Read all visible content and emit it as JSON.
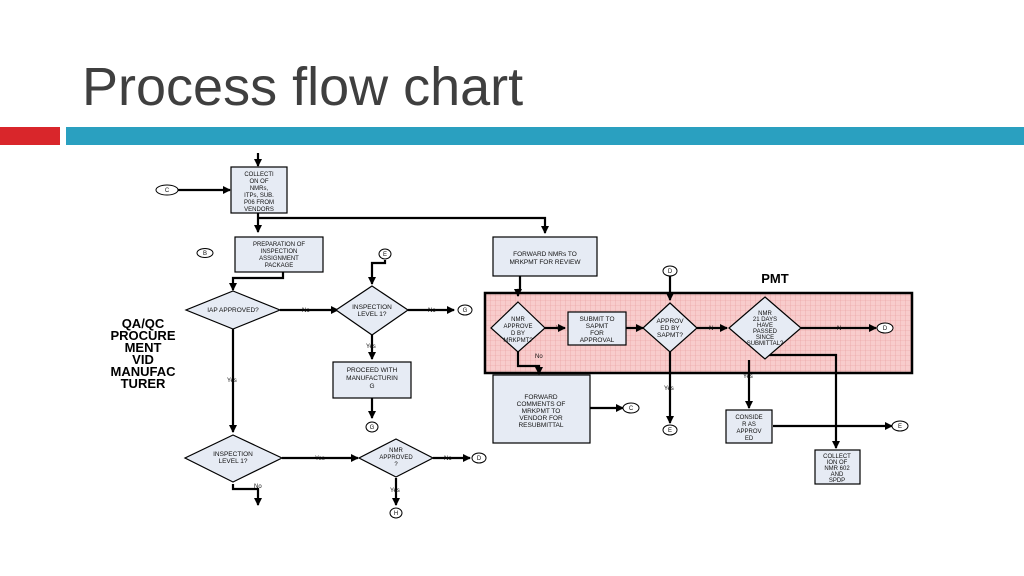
{
  "slide": {
    "title": "Process flow chart"
  },
  "colors": {
    "accent_red": "#d9262b",
    "accent_blue": "#2aa0c0",
    "box_fill": "#e6ebf4",
    "pmt_fill": "#f7c9c9"
  },
  "flow": {
    "collection_box": [
      "COLLECTI",
      "ON OF",
      "NMRs,",
      "ITPs, SUB.",
      "P06 FROM",
      "VENDORS"
    ],
    "prep_box": [
      "PREPARATION OF",
      "INSPECTION",
      "ASSIGNMENT",
      "PACKAGE"
    ],
    "forward_box": [
      "FORWARD NMRs TO",
      "MRKPMT FOR REVIEW"
    ],
    "iap_decision": "IAP APPROVED?",
    "inspection_decision_1": [
      "INSPECTION",
      "LEVEL 1?"
    ],
    "proceed_box": [
      "PROCEED WITH",
      "MANUFACTURIN",
      "G"
    ],
    "inspection_decision_2": [
      "INSPECTION",
      "LEVEL 1?"
    ],
    "nmr_decision": [
      "NMR",
      "APPROVED",
      "?"
    ],
    "pmt_label": "PMT",
    "nmr_mrkpmt_decision": [
      "NMR",
      "APPROVE",
      "D BY",
      "MRKPMT?"
    ],
    "submit_box": [
      "SUBMIT TO",
      "SAPMT",
      "FOR",
      "APPROVAL"
    ],
    "approved_sapmt_decision": [
      "APPROV",
      "ED BY",
      "SAPMT?"
    ],
    "days_decision": [
      "NMR",
      "21 DAYS",
      "HAVE",
      "PASSED",
      "SINCE",
      "SUBMITTAL?"
    ],
    "forward_comments_box": [
      "FORWARD",
      "COMMENTS OF",
      "MRKPMT TO",
      "VENDOR FOR",
      "RESUBMITTAL"
    ],
    "consider_box": [
      "CONSIDE",
      "R AS",
      "APPROV",
      "ED"
    ],
    "collection2_box": [
      "COLLECT",
      "ION OF",
      "NMR 602",
      "AND",
      "SPDP"
    ],
    "side_label": [
      "QA/QC",
      "PROCURE",
      "MENT",
      "VID",
      "MANUFAC",
      "TURER"
    ],
    "connectors": {
      "c_left": "C",
      "b_left": "B",
      "e_top": "E",
      "g_right": "G",
      "g_bottom": "G",
      "d_nmr": "D",
      "h_bottom": "H",
      "d_pmt_top": "D",
      "d_pmt_right": "D",
      "c_right": "C",
      "e_bottom": "E",
      "e_right": "E"
    },
    "labels": {
      "yes": "Yes",
      "no": "No",
      "y": "Y",
      "n": "N"
    }
  }
}
